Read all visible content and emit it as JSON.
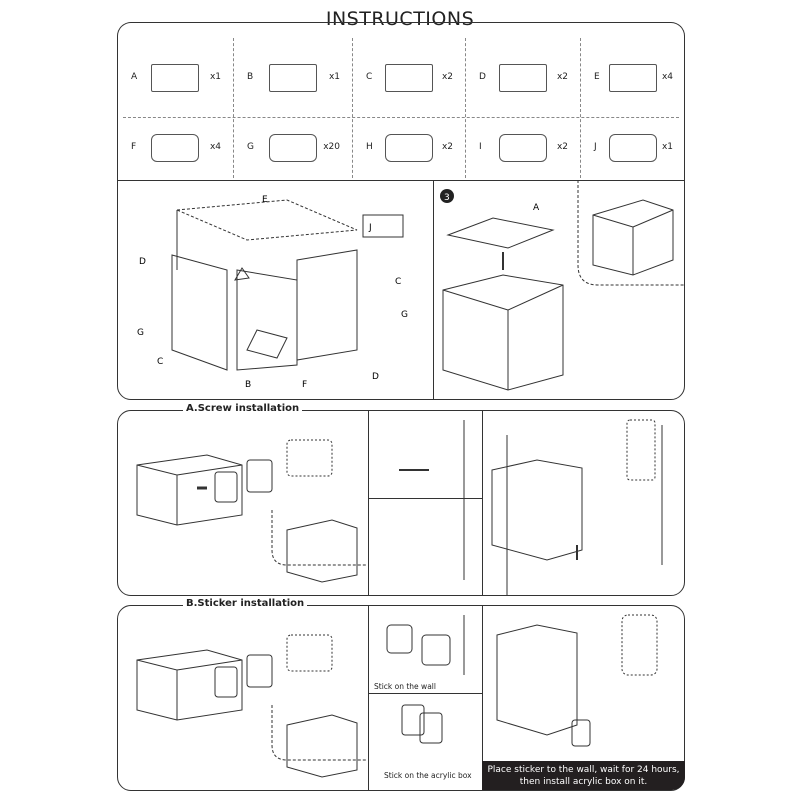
{
  "title": "INSTRUCTIONS",
  "parts": [
    {
      "letter": "A",
      "qty": "x1"
    },
    {
      "letter": "B",
      "qty": "x1"
    },
    {
      "letter": "C",
      "qty": "x2"
    },
    {
      "letter": "D",
      "qty": "x2"
    },
    {
      "letter": "E",
      "qty": "x4"
    },
    {
      "letter": "F",
      "qty": "x4"
    },
    {
      "letter": "G",
      "qty": "x20"
    },
    {
      "letter": "H",
      "qty": "x2"
    },
    {
      "letter": "I",
      "qty": "x2"
    },
    {
      "letter": "J",
      "qty": "x1"
    }
  ],
  "assembly": {
    "callouts": {
      "E": "E",
      "J": "J",
      "D1": "D",
      "C1": "C",
      "G1": "G",
      "G2": "G",
      "C2": "C",
      "B": "B",
      "F": "F",
      "D2": "D"
    },
    "step3": {
      "number": "3",
      "callout_a": "A"
    }
  },
  "screw_section": {
    "title": "A.Screw installation"
  },
  "sticker_section": {
    "title": "B.Sticker installation",
    "stick_wall": "Stick on the wall",
    "stick_box": "Stick on the acrylic box",
    "note_line1": "Place sticker to the wall, wait for 24 hours,",
    "note_line2": "then install acrylic box on it."
  }
}
